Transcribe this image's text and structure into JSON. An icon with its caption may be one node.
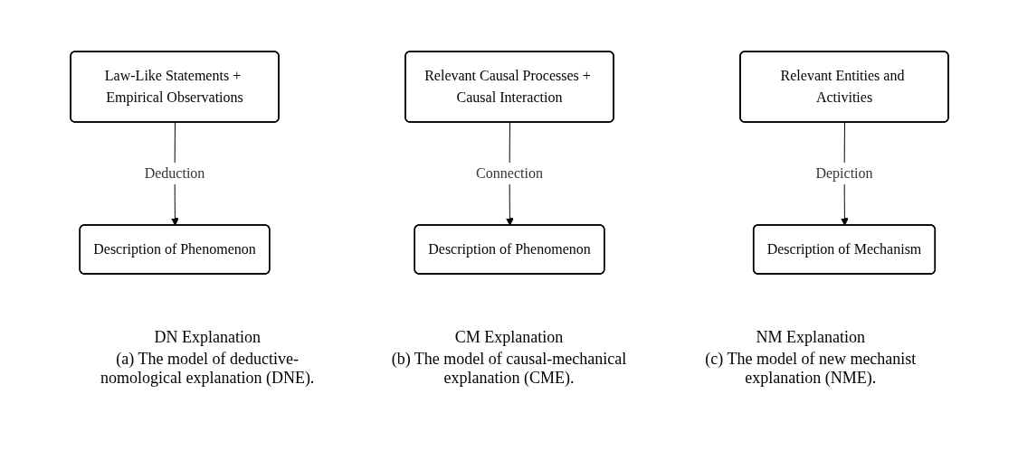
{
  "diagram": {
    "nodes": [
      {
        "text": [
          "Law-Like Statements + Empirical Observations"
        ]
      },
      {
        "text": [
          "Description of Phenomenon"
        ]
      },
      {
        "text": [
          "Relevant Causal Processes + Causal Interaction"
        ]
      },
      {
        "text": [
          "Description of Phenomenon"
        ]
      },
      {
        "text": [
          "Relevant Entities and Activities"
        ]
      },
      {
        "text": [
          "Description of Mechanism"
        ]
      }
    ],
    "edges": [
      {
        "from": 0,
        "to": 1,
        "arrow": "to",
        "label": "Deduction"
      },
      {
        "from": 2,
        "to": 3,
        "arrow": "to",
        "label": "Connection"
      },
      {
        "from": 4,
        "to": 5,
        "arrow": "to",
        "label": "Depiction"
      }
    ],
    "labels": [
      "DN Explanation",
      "CM Explanation",
      "NM Explanation",
      "(a) The model of deductive-nomological explanation (DNE).",
      "(b) The model of causal-mechanical explanation (CME).",
      "(c) The model of new mechanist explanation (NME)."
    ]
  }
}
